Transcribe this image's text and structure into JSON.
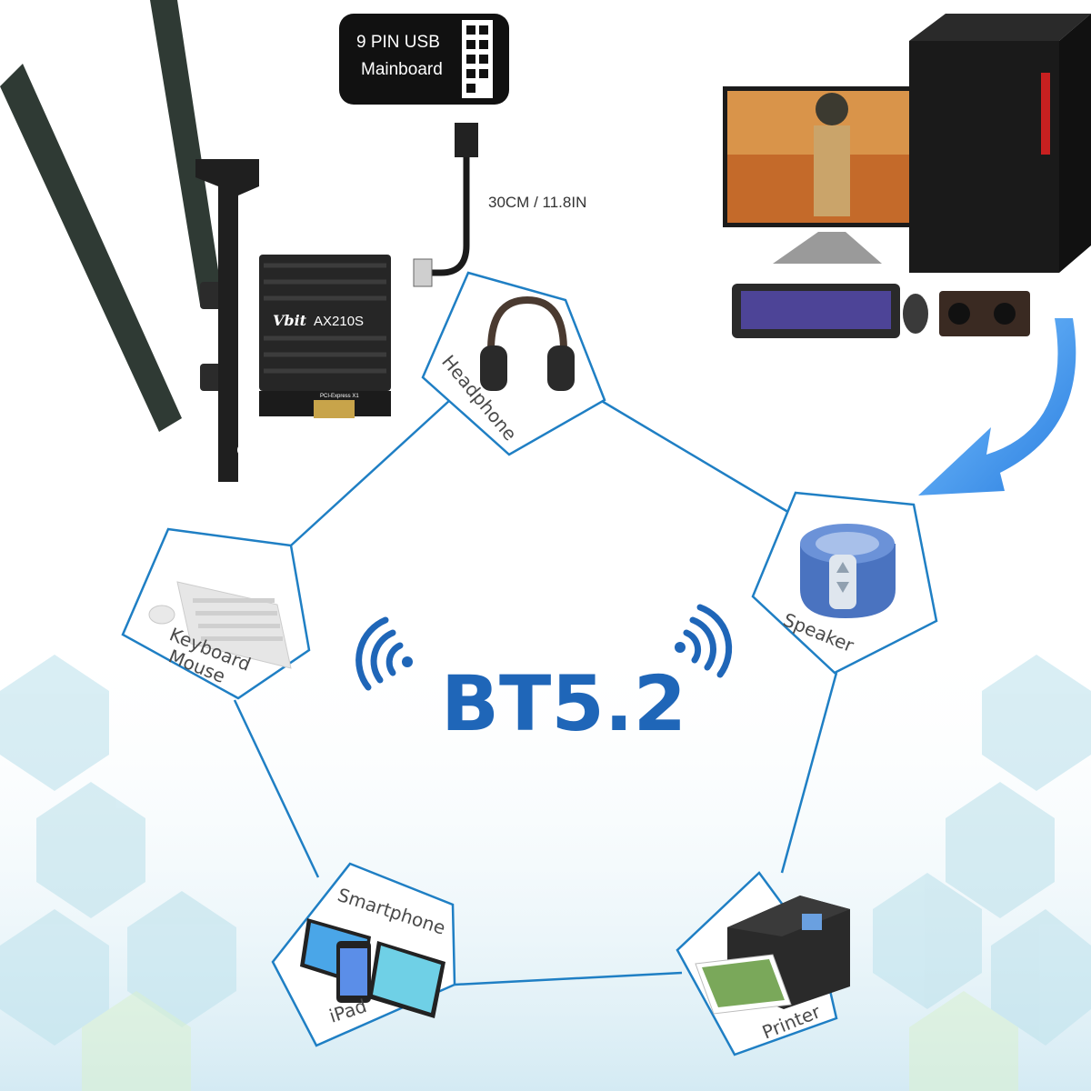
{
  "usb_tag": {
    "line1": "9 PIN USB",
    "line2": "Mainboard"
  },
  "cable_label": "30CM / 11.8IN",
  "card": {
    "brand": "Vbit",
    "model": "AX210S",
    "slot_text": "PCI-Express X1"
  },
  "center_label": "BT5.2",
  "devices": {
    "headphone": "Headphone",
    "speaker": "Speaker",
    "keyboard_line1": "Keyboard",
    "keyboard_line2": "Mouse",
    "smartphone": "Smartphone",
    "ipad": "iPad",
    "printer": "Printer"
  },
  "colors": {
    "network_line": "#1f7fc4",
    "bt_text": "#1f66b8",
    "arrow": "#2f8fe0",
    "tag_bg": "#111111"
  }
}
